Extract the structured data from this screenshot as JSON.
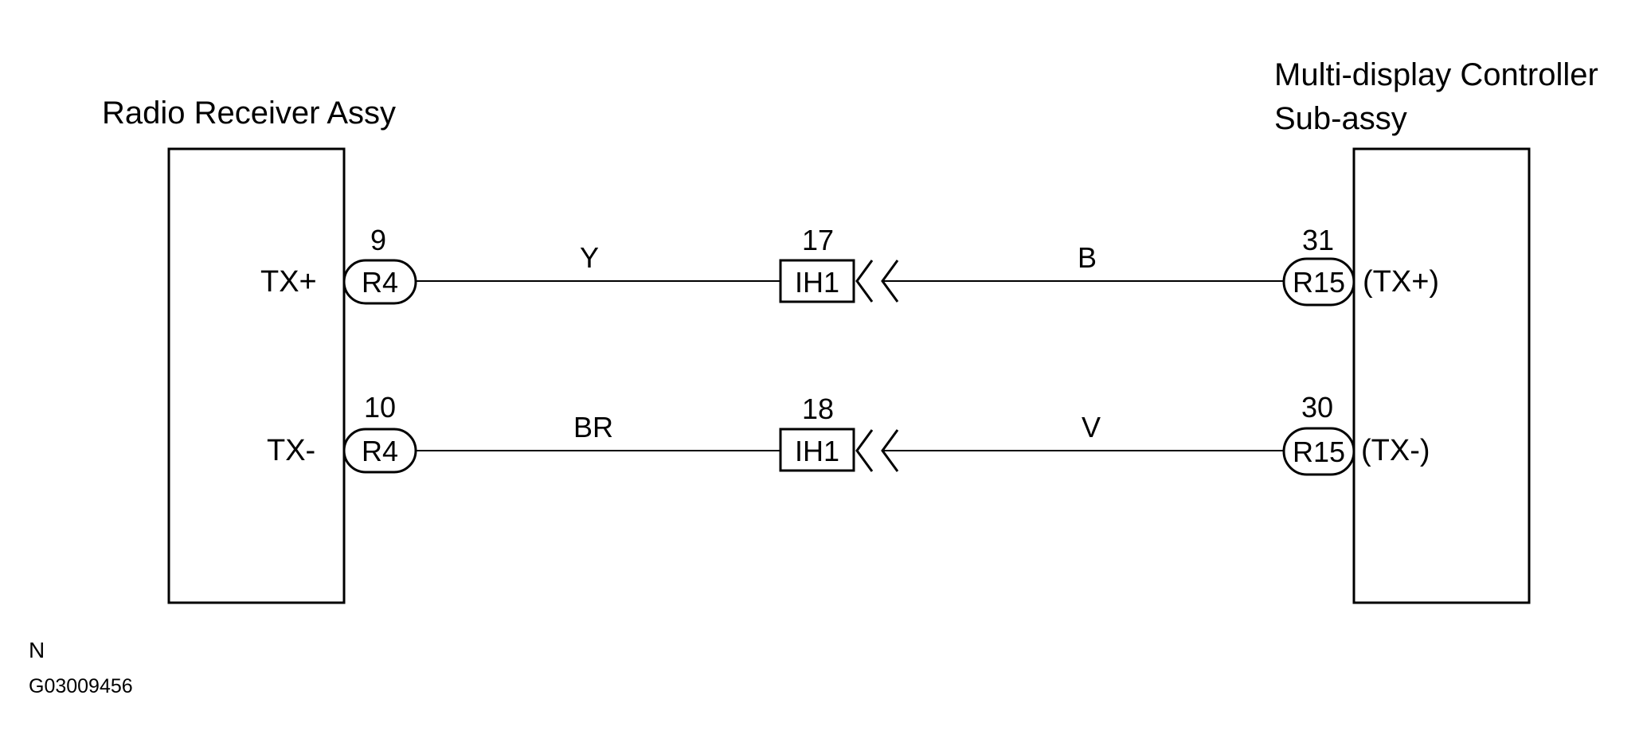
{
  "components": {
    "left": {
      "title": "Radio Receiver Assy"
    },
    "right": {
      "title_line1": "Multi-display  Controller",
      "title_line2": "Sub-assy"
    }
  },
  "rows": [
    {
      "left_signal": "TX+",
      "left_pin": "9",
      "left_connector": "R4",
      "left_wire_color": "Y",
      "junction_pin": "17",
      "junction_connector": "IH1",
      "right_wire_color": "B",
      "right_pin": "31",
      "right_connector": "R15",
      "right_signal": "(TX+)"
    },
    {
      "left_signal": "TX-",
      "left_pin": "10",
      "left_connector": "R4",
      "left_wire_color": "BR",
      "junction_pin": "18",
      "junction_connector": "IH1",
      "right_wire_color": "V",
      "right_pin": "30",
      "right_connector": "R15",
      "right_signal": "(TX-)"
    }
  ],
  "footer": {
    "note": "N",
    "code": "G03009456"
  }
}
